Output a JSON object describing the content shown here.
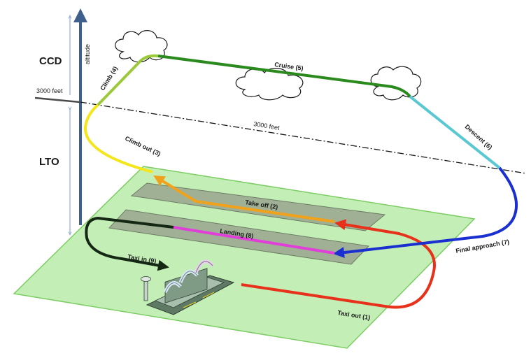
{
  "diagram": {
    "altitude_label": "altitude",
    "zones": {
      "upper": "CCD",
      "lower": "LTO"
    },
    "threshold_left": "3000 feet",
    "threshold_center": "3000 feet",
    "phases": {
      "taxi_out": "Taxi out (1)",
      "take_off": "Take off (2)",
      "climb_out": "Climb out (3)",
      "climb": "Climb (4)",
      "cruise": "Cruise (5)",
      "descent": "Descent (6)",
      "final_approach": "Final approach (7)",
      "landing": "Landing (8)",
      "taxi_in": "Taxi in (9)"
    },
    "colors": {
      "taxi_out": "#e8311a",
      "take_off": "#f0a21c",
      "climb_out": "#f4e61a",
      "climb": "#9bc93a",
      "cruise": "#2a8a1e",
      "descent": "#5ac8d2",
      "final_approach": "#1a2fd0",
      "landing": "#e040d8",
      "taxi_in": "#142814",
      "airfield": "#b9ecaa",
      "altitude_axis": "#3f5f8c"
    }
  }
}
